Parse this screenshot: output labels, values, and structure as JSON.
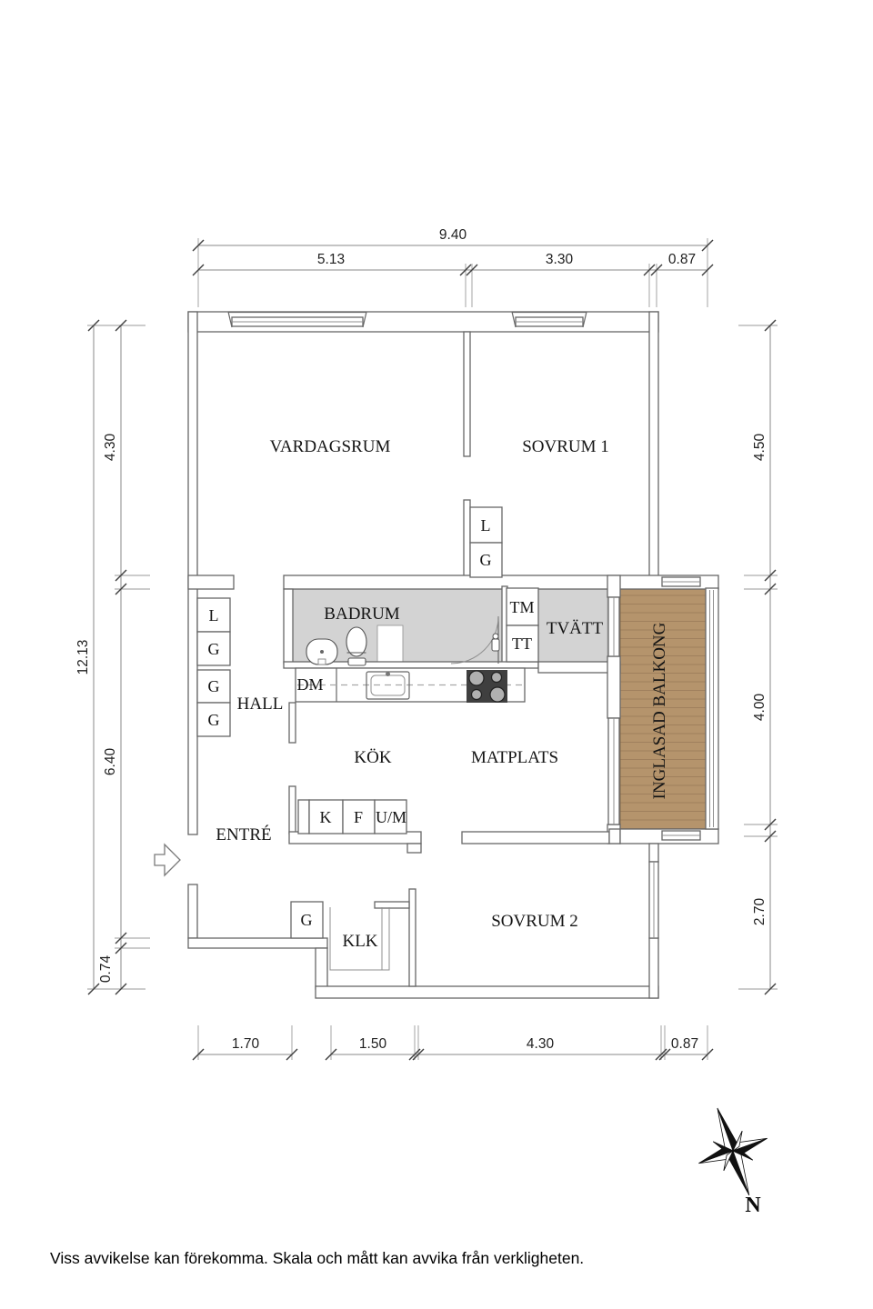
{
  "rooms": {
    "vardagsrum": "VARDAGSRUM",
    "sovrum1": "SOVRUM 1",
    "badrum": "BADRUM",
    "tvatt": "TVÄTT",
    "hall": "HALL",
    "kok": "KÖK",
    "matplats": "MATPLATS",
    "entre": "ENTRÉ",
    "klk": "KLK",
    "sovrum2": "SOVRUM 2",
    "balkong": "INGLASAD BALKONG"
  },
  "closets": {
    "hall_l": "L",
    "hall_g1": "G",
    "hall_g2": "G",
    "hall_g3": "G",
    "sovrum1_l": "L",
    "sovrum1_g": "G",
    "tm": "TM",
    "tt": "TT",
    "entre_g": "G"
  },
  "appliances": {
    "dm": "DM",
    "k": "K",
    "f": "F",
    "um": "U/M"
  },
  "dimensions": {
    "top": {
      "total": "9.40",
      "segments": [
        "5.13",
        "3.30",
        "0.87"
      ]
    },
    "bottom": {
      "segments": [
        "1.70",
        "1.50",
        "4.30",
        "0.87"
      ]
    },
    "left": {
      "total": "12.13",
      "segments": [
        "4.30",
        "6.40",
        "0.74"
      ]
    },
    "right": {
      "segments": [
        "4.50",
        "4.00",
        "2.70"
      ]
    }
  },
  "compass": {
    "north": "N"
  },
  "footer": {
    "disclaimer": "Viss avvikelse kan förekomma. Skala och mått kan avvika från verkligheten."
  },
  "colors": {
    "wet_floor": "#d3d3d3",
    "balcony_wood": "#b5946c",
    "balcony_plank_line": "#8d6f4f",
    "wall_line": "#666666",
    "stove": "#3f3f3f"
  }
}
